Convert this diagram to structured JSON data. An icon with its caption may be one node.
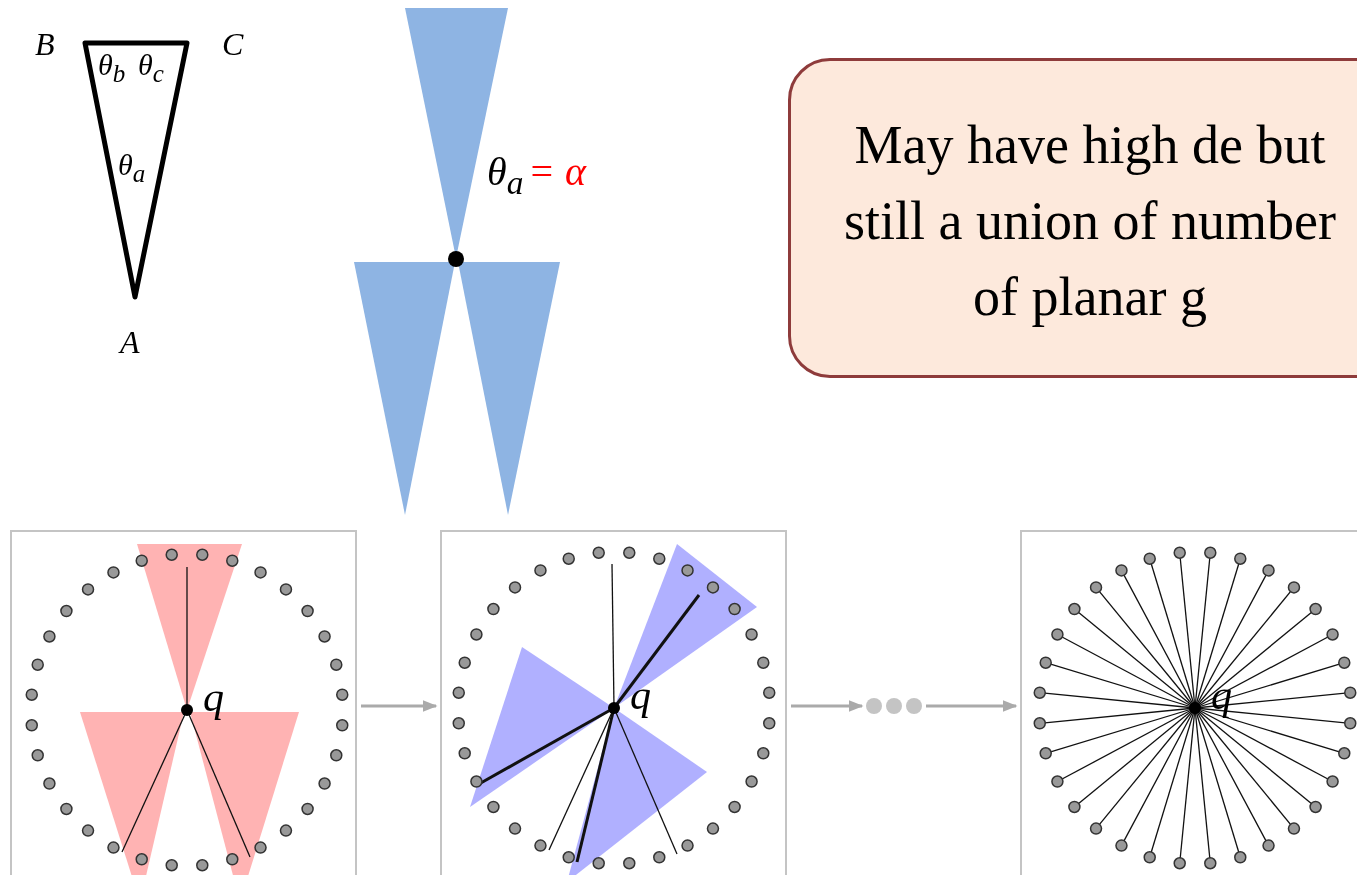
{
  "diagram": {
    "nodes": [
      {
        "text": [
          "θ$_{b}$",
          "θ$_{c}$",
          "θ$_{a}$"
        ]
      },
      {
        "text": [
          "May have high de but still a union of number of planar g"
        ]
      },
      {
        "text": [
          "q"
        ]
      },
      {
        "text": [
          "q"
        ]
      },
      {
        "text": [],
        "shape": "dots"
      },
      {
        "text": [
          "q"
        ]
      }
    ],
    "edges": [
      {
        "from": 2,
        "to": 3,
        "arrow": "to"
      },
      {
        "from": 3,
        "to": 4,
        "arrow": "to"
      },
      {
        "from": 4,
        "to": 5,
        "arrow": "to"
      }
    ],
    "labels": [
      "B",
      "C",
      "A",
      "θ$_{a}$",
      "= α"
    ]
  }
}
